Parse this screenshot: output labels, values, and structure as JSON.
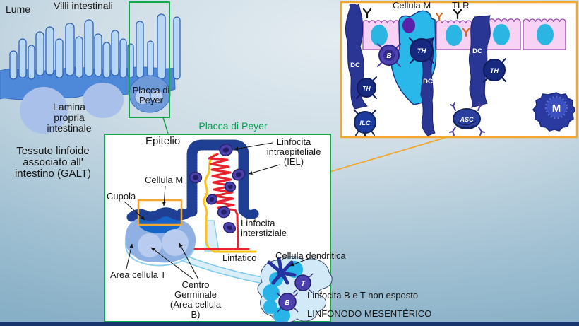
{
  "colors": {
    "accent_green": "#17a54a",
    "accent_orange": "#f2a72e",
    "title_green": "#00A651",
    "navy": "#23308f",
    "bottom_bar": "#19356d"
  },
  "overview": {
    "lume": "Lume",
    "villi": "Villi intestinali",
    "lamina": "Lamina\npropria\nintestinale",
    "placca": "Placca di\nPeyer",
    "galt": "Tessuto linfoide\nassociato all'\nintestino (GALT)"
  },
  "peyer": {
    "title": "Placca di Peyer",
    "epitelio": "Epitelio",
    "iel": "Linfocita\nintraepiteliale\n(IEL)",
    "cellula_m": "Cellula M",
    "cupola": "Cupola",
    "interstiziale": "Linfocita\ninterstiziale",
    "linfatico": "Linfatico",
    "area_t": "Area cellula T",
    "centro": "Centro\nGerminale\n(Area cellula\nB)",
    "dendritica": "Cellula dendritica",
    "non_esposto": "Linfocita B e T non esposto",
    "linfonodo": "LINFONODO MESENTÉRICO",
    "node_t": "T",
    "node_b": "B"
  },
  "inset": {
    "cellula_m": "Cellula M",
    "tlr": "TLR",
    "badge_dc": "DC",
    "badge_th": "TH",
    "badge_b": "B",
    "badge_ilc": "ILC",
    "badge_asc": "ASC",
    "badge_m": "M"
  }
}
